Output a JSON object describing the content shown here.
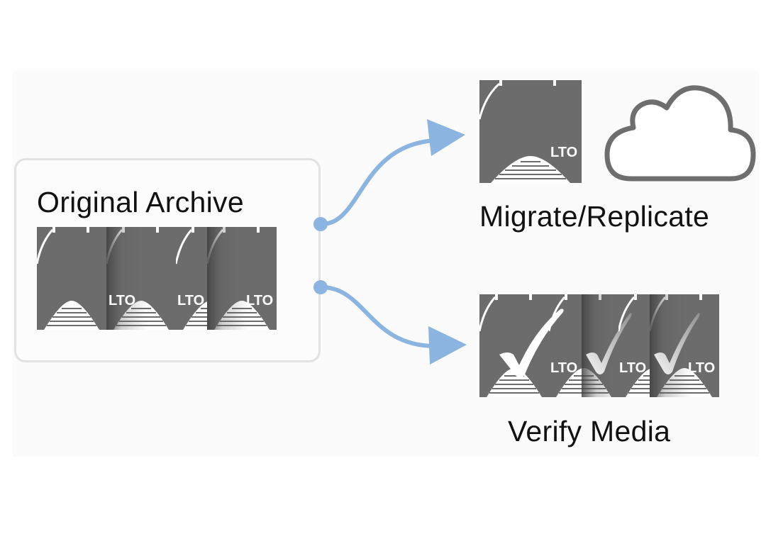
{
  "labels": {
    "original": "Original Archive",
    "migrate": "Migrate/Replicate",
    "verify": "Verify Media"
  },
  "tape_text": "LTO",
  "icons": [
    "lto-tape-icon",
    "cloud-icon",
    "checkmark-icon",
    "connector-arrow-icon"
  ],
  "colors": {
    "tape": "#6e6e6e",
    "arrow": "#8cb4e0",
    "box_border": "#e2e2e2",
    "cloud_outline": "#6e6e6e"
  }
}
